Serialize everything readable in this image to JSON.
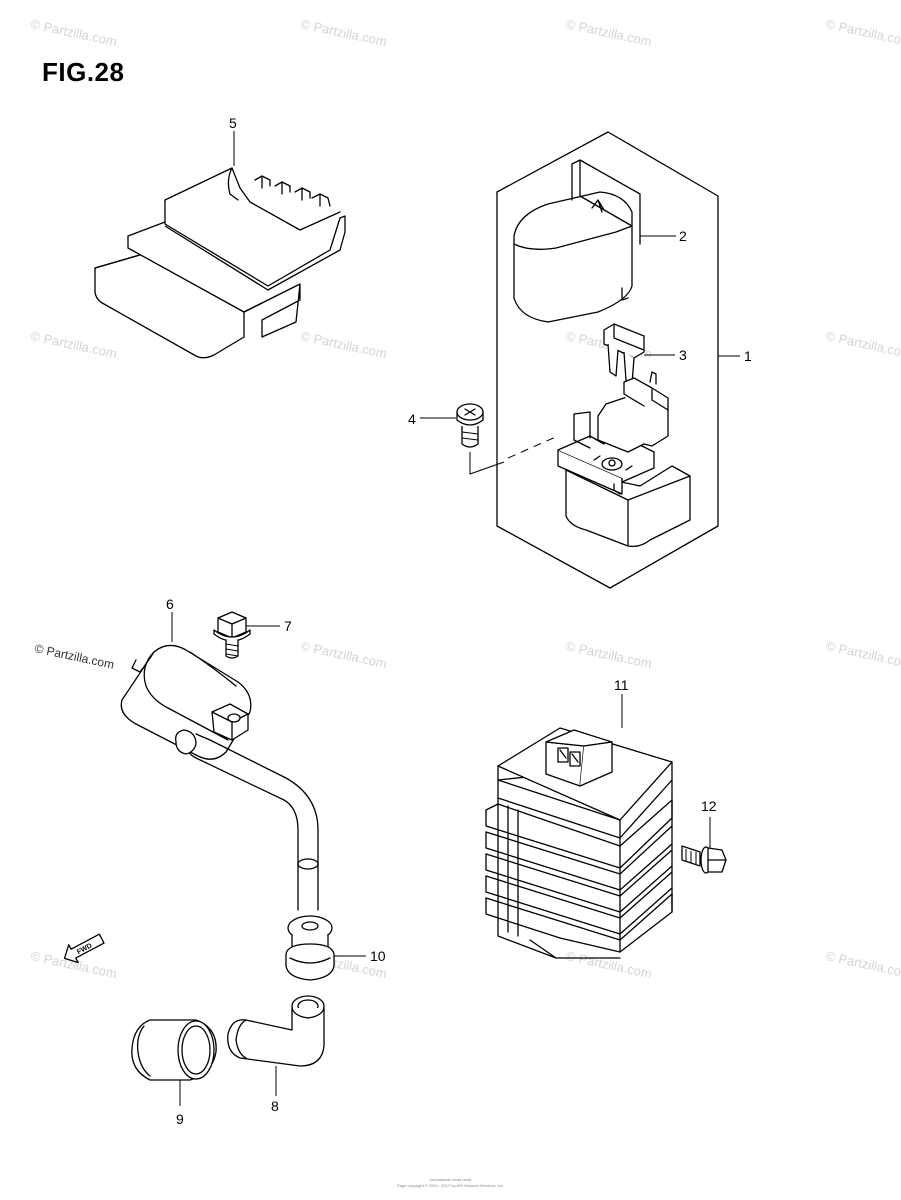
{
  "figure": {
    "title": "FIG.28",
    "watermark": "© Partzilla.com",
    "footer_line1": "(unreadable small print)",
    "footer_line2": "Page copyright © 2004 - 2017 by ARI Network Services, Inc."
  },
  "callouts": {
    "c1": "1",
    "c2": "2",
    "c3": "3",
    "c4": "4",
    "c5": "5",
    "c6": "6",
    "c7": "7",
    "c8": "8",
    "c9": "9",
    "c10": "10",
    "c11": "11",
    "c12": "12"
  },
  "fwd_arrow_label": "FWD"
}
